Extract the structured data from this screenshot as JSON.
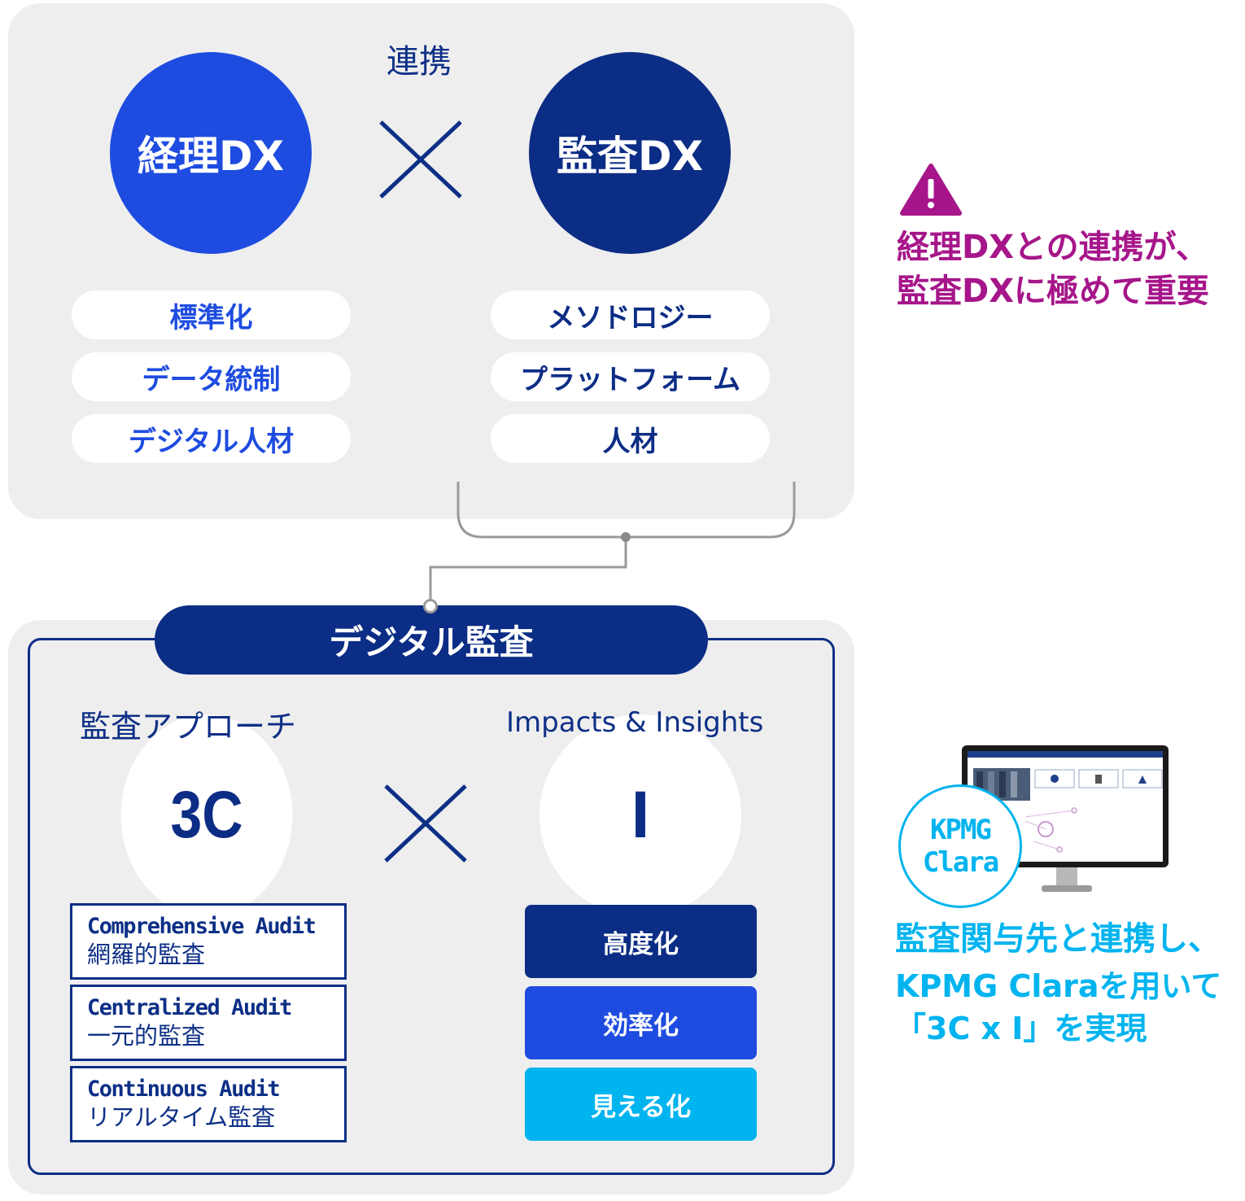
{
  "top": {
    "link_label": "連携",
    "left_circle": "経理DX",
    "right_circle": "監査DX",
    "left_items": [
      "標準化",
      "データ統制",
      "デジタル人材"
    ],
    "right_items": [
      "メソドロジー",
      "プラットフォーム",
      "人材"
    ]
  },
  "side_note": {
    "line1": "経理DXとの連携が、",
    "line2": "監査DXに極めて重要"
  },
  "bottom": {
    "title": "デジタル監査",
    "left_label": "監査アプローチ",
    "right_label": "Impacts & Insights",
    "left_circle": "3C",
    "right_circle": "I",
    "audits": [
      {
        "en": "Comprehensive Audit",
        "ja": "網羅的監査"
      },
      {
        "en": "Centralized Audit",
        "ja": "一元的監査"
      },
      {
        "en": "Continuous Audit",
        "ja": "リアルタイム監査"
      }
    ],
    "impacts": [
      {
        "label": "高度化",
        "color": "#0c2d85"
      },
      {
        "label": "効率化",
        "color": "#1e4ce0"
      },
      {
        "label": "見える化",
        "color": "#00b4ef"
      }
    ]
  },
  "clara": {
    "badge_line1": "KPMG",
    "badge_line2": "Clara",
    "caption_line1": "監査関与先と連携し、",
    "caption_line2": "KPMG Claraを用いて",
    "caption_line3": "「3C x I」を実現"
  },
  "colors": {
    "navy": "#0c2d85",
    "blue": "#1e4ce0",
    "cyan": "#00b4ef",
    "magenta": "#a6168a",
    "panel": "#eeeeee"
  }
}
